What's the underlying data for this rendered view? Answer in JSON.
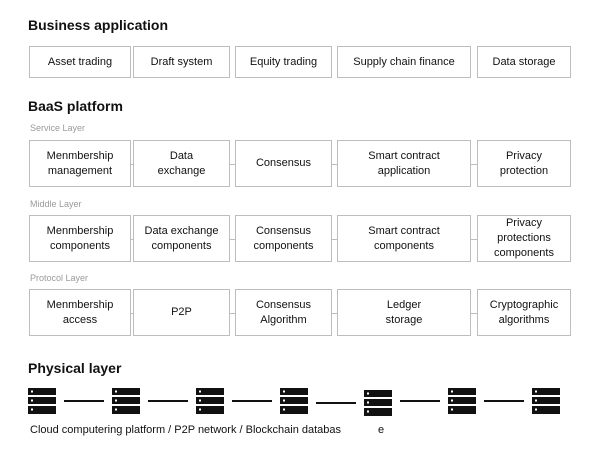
{
  "business": {
    "title": "Business application",
    "items": [
      "Asset trading",
      "Draft system",
      "Equity trading",
      "Supply chain finance",
      "Data storage"
    ]
  },
  "baas": {
    "title": "BaaS platform",
    "service": {
      "label": "Service Layer",
      "items": [
        "Menmbership\nmanagement",
        "Data\nexchange",
        "Consensus",
        "Smart contract\napplication",
        "Privacy\nprotection"
      ]
    },
    "middle": {
      "label": "Middle Layer",
      "items": [
        "Menmbership\ncomponents",
        "Data exchange\ncomponents",
        "Consensus\ncomponents",
        "Smart contract\ncomponents",
        "Privacy\nprotections\ncomponents"
      ]
    },
    "protocol": {
      "label": "Protocol Layer",
      "items": [
        "Menmbership\naccess",
        "P2P",
        "Consensus\nAlgorithm",
        "Ledger\nstorage",
        "Cryptographic\nalgorithms"
      ]
    }
  },
  "physical": {
    "title": "Physical layer",
    "server_icon": "server-icon",
    "server_count": 7,
    "caption_main": "Cloud computering platform / P2P network / Blockchain databas",
    "caption_tail": "e"
  }
}
